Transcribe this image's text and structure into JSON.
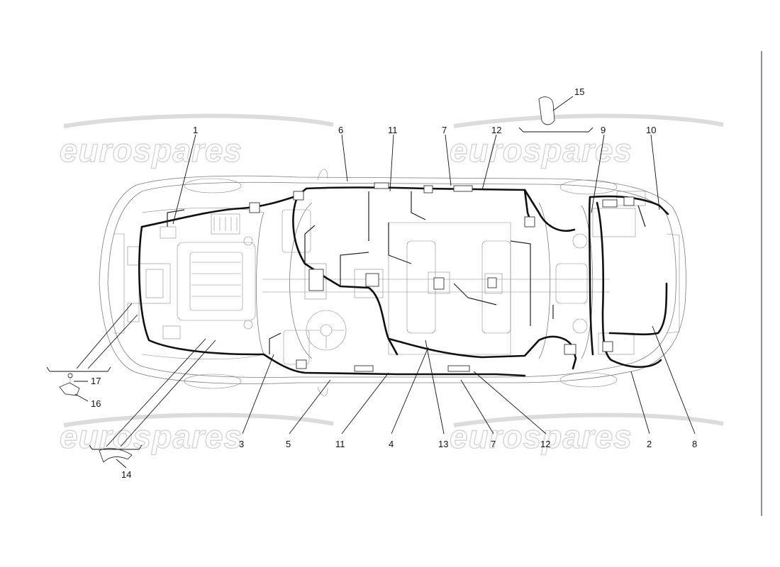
{
  "watermark": {
    "text": "eurospares"
  },
  "callouts": [
    {
      "id": "c1",
      "text": "1"
    },
    {
      "id": "c6",
      "text": "6"
    },
    {
      "id": "c11a",
      "text": "11"
    },
    {
      "id": "c7a",
      "text": "7"
    },
    {
      "id": "c12a",
      "text": "12"
    },
    {
      "id": "c15",
      "text": "15"
    },
    {
      "id": "c9",
      "text": "9"
    },
    {
      "id": "c10",
      "text": "10"
    },
    {
      "id": "c17",
      "text": "17"
    },
    {
      "id": "c16",
      "text": "16"
    },
    {
      "id": "c14",
      "text": "14"
    },
    {
      "id": "c3",
      "text": "3"
    },
    {
      "id": "c5",
      "text": "5"
    },
    {
      "id": "c11b",
      "text": "11"
    },
    {
      "id": "c4",
      "text": "4"
    },
    {
      "id": "c13",
      "text": "13"
    },
    {
      "id": "c7b",
      "text": "7"
    },
    {
      "id": "c12b",
      "text": "12"
    },
    {
      "id": "c2",
      "text": "2"
    },
    {
      "id": "c8",
      "text": "8"
    }
  ]
}
